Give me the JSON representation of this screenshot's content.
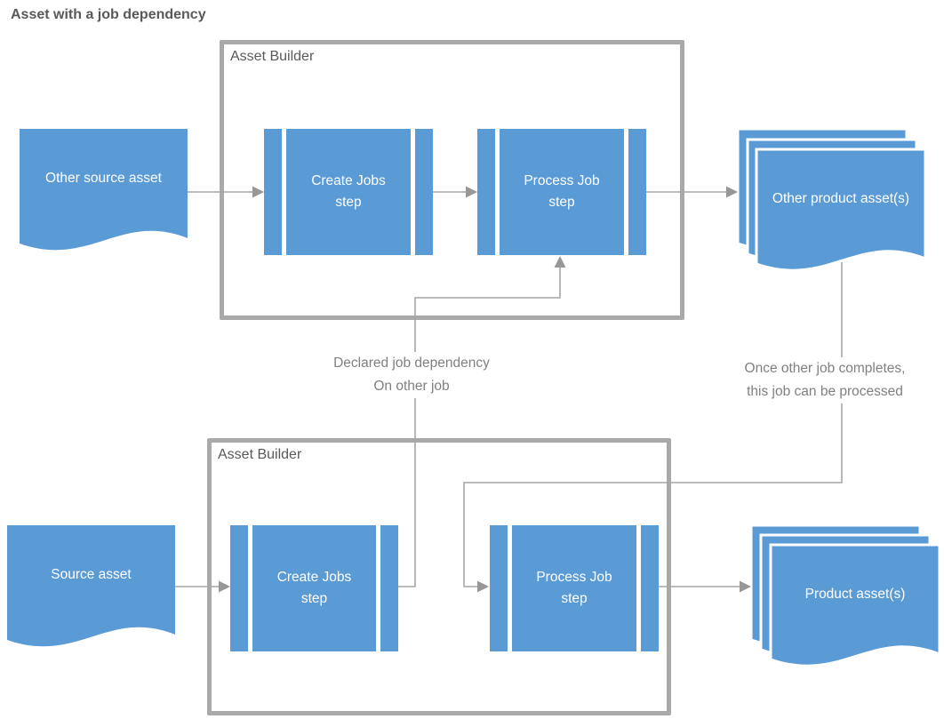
{
  "title": "Asset with a job dependency",
  "colors": {
    "shape_blue": "#5B9BD5",
    "container_border": "#A9A9A9",
    "connector": "#A6A6A6",
    "arrowhead": "#979797",
    "label_dark": "#595959",
    "annotation_gray": "#808080",
    "shape_text": "#FFFFFF",
    "page_bg": "#FFFFFF"
  },
  "containers": [
    {
      "label": "Asset Builder"
    },
    {
      "label": "Asset Builder"
    }
  ],
  "nodes": {
    "other_source_asset": "Other source asset",
    "create_jobs_top": "Create Jobs step",
    "process_job_top": "Process Job step",
    "other_product_assets": "Other product asset(s)",
    "source_asset": "Source asset",
    "create_jobs_bottom": "Create Jobs step",
    "process_job_bottom": "Process Job step",
    "product_assets": "Product asset(s)"
  },
  "annotations": {
    "dependency_line1": "Declared job dependency",
    "dependency_line2": "On other job",
    "completes_line1": "Once other job completes,",
    "completes_line2": "this job can be processed"
  }
}
